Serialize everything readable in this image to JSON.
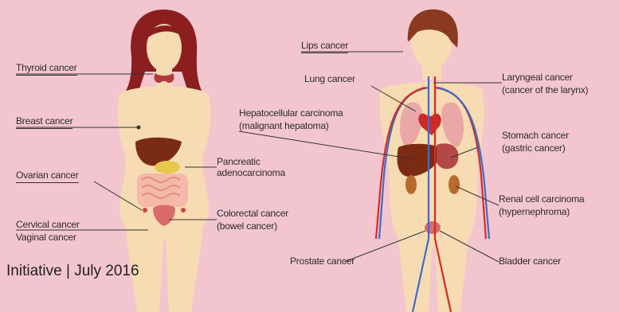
{
  "labels": {
    "thyroid": "Thyroid cancer",
    "breast": "Breast cancer",
    "ovarian": "Ovarian cancer",
    "cervical": "Cervical cancer",
    "vaginal": "Vaginal cancer",
    "pancreatic_1": "Pancreatic",
    "pancreatic_2": "adenocarcinoma",
    "colorectal_1": "Colorectal cancer",
    "colorectal_2": "(bowel cancer)",
    "lips": "Lips cancer",
    "lung": "Lung cancer",
    "hepato_1": "Hepatocellular carcinoma",
    "hepato_2": "(malignant hepatoma)",
    "laryngeal_1": "Laryngeal cancer",
    "laryngeal_2": "(cancer of the larynx)",
    "stomach_1": "Stomach cancer",
    "stomach_2": "(gastric cancer)",
    "renal_1": "Renal cell carcinoma",
    "renal_2": "(hypernephroma)",
    "prostate": "Prostate cancer",
    "bladder": "Bladder cancer"
  },
  "footer": "Initiative | July 2016",
  "colors": {
    "background": "#f3c6cf",
    "skin": "#f7dbb2",
    "hair": "#8b1f1f",
    "liver": "#7a2b16",
    "vein": "#3a6fc8",
    "artery": "#d52a2a"
  }
}
